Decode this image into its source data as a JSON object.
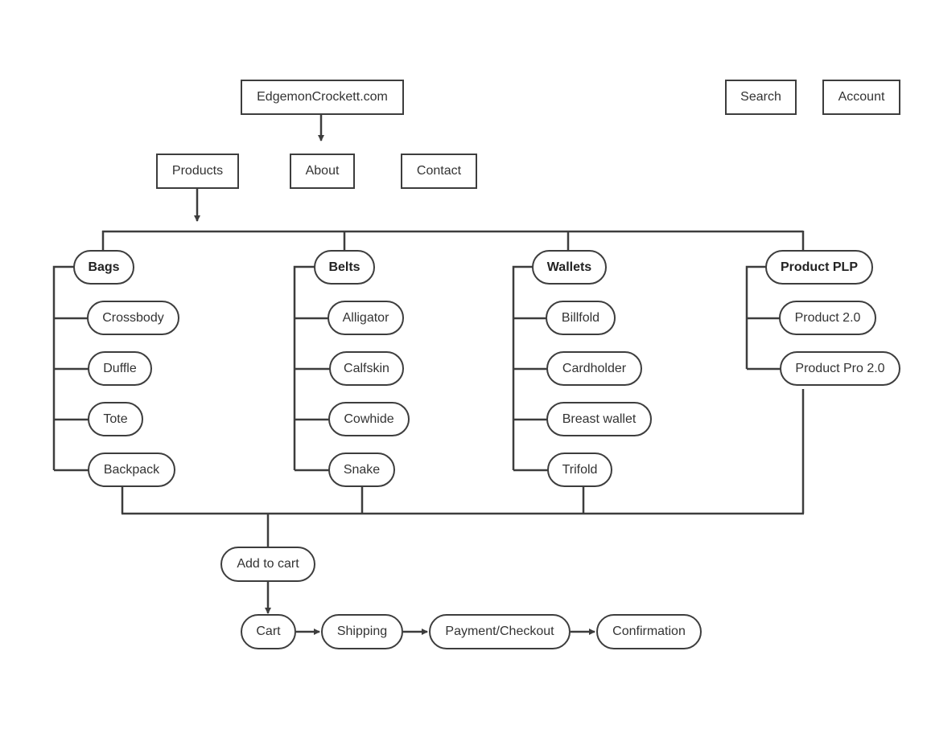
{
  "colors": {
    "line": "#3d3d3d",
    "text": "#333333",
    "background": "#ffffff"
  },
  "top": {
    "site": "EdgemonCrockett.com",
    "search": "Search",
    "account": "Account"
  },
  "nav": {
    "products": "Products",
    "about": "About",
    "contact": "Contact"
  },
  "categories": {
    "bags": {
      "label": "Bags",
      "items": [
        "Crossbody",
        "Duffle",
        "Tote",
        "Backpack"
      ]
    },
    "belts": {
      "label": "Belts",
      "items": [
        "Alligator",
        "Calfskin",
        "Cowhide",
        "Snake"
      ]
    },
    "wallets": {
      "label": "Wallets",
      "items": [
        "Billfold",
        "Cardholder",
        "Breast wallet",
        "Trifold"
      ]
    },
    "plp": {
      "label": "Product PLP",
      "items": [
        "Product 2.0",
        "Product Pro 2.0"
      ]
    }
  },
  "flow": {
    "add_to_cart": "Add to cart",
    "cart": "Cart",
    "shipping": "Shipping",
    "payment": "Payment/Checkout",
    "confirmation": "Confirmation"
  }
}
